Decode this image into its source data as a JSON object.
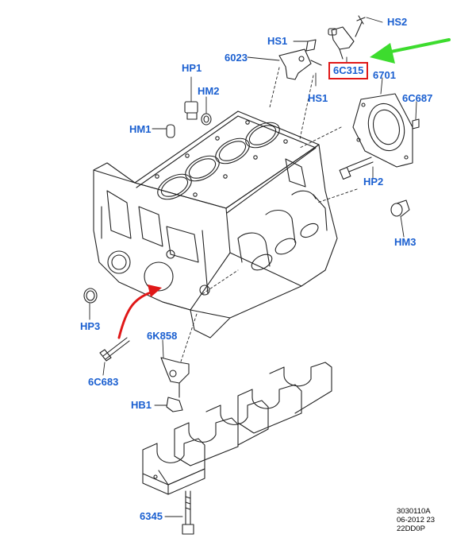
{
  "labels": {
    "hs2": "HS2",
    "hs1_top": "HS1",
    "p6023": "6023",
    "hs1_bottom": "HS1",
    "p6c315": "6C315",
    "p6701": "6701",
    "p6c687": "6C687",
    "hp1": "HP1",
    "hm2": "HM2",
    "hm1": "HM1",
    "hp2": "HP2",
    "hm3": "HM3",
    "hp3": "HP3",
    "p6k858": "6K858",
    "p6c683": "6C683",
    "hb1": "HB1",
    "p6345": "6345"
  },
  "reference": {
    "line1": "3030110A",
    "line2": "06-2012 23",
    "line3": "22DD0P"
  },
  "colors": {
    "label_blue": "#1a5fd0",
    "highlight_red": "#e01818",
    "pointer_green": "#3ddc2e",
    "arrow_red": "#e01818",
    "line_art": "#222222"
  }
}
